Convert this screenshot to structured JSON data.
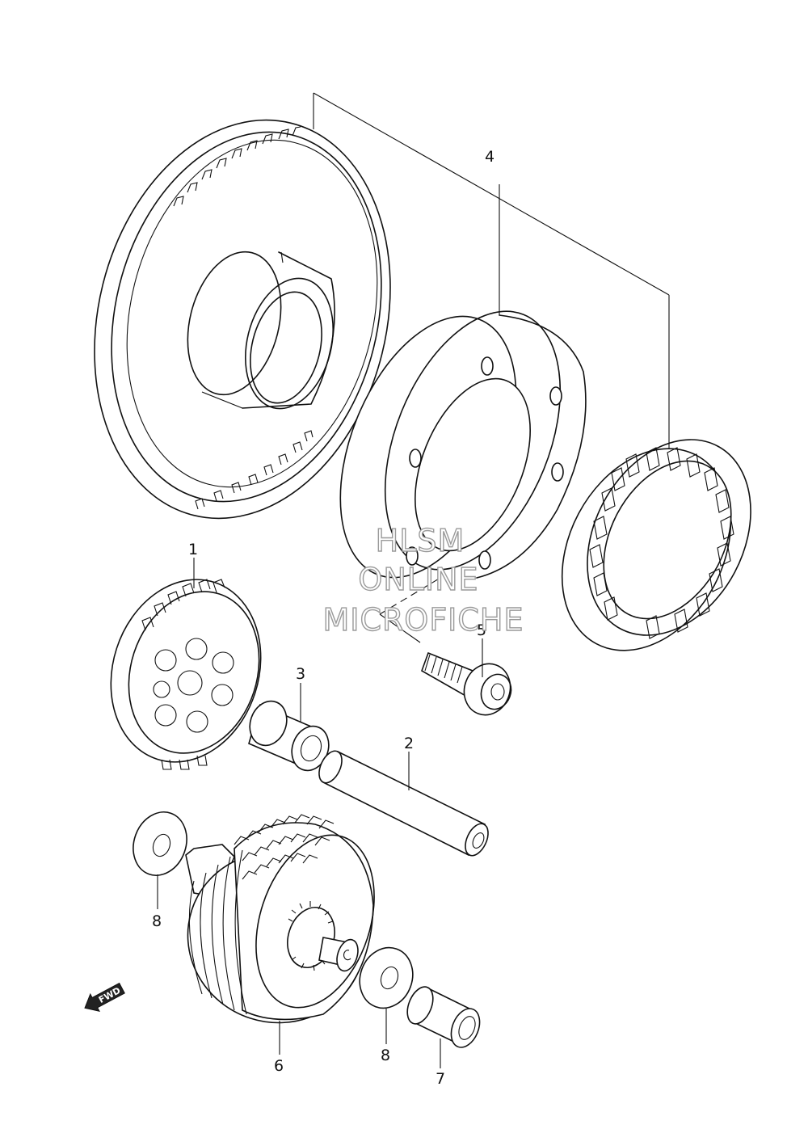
{
  "callouts": [
    {
      "id": "1",
      "text": "1"
    },
    {
      "id": "2",
      "text": "2"
    },
    {
      "id": "3",
      "text": "3"
    },
    {
      "id": "4",
      "text": "4"
    },
    {
      "id": "5",
      "text": "5"
    },
    {
      "id": "6",
      "text": "6"
    },
    {
      "id": "7",
      "text": "7"
    },
    {
      "id": "8a",
      "text": "8"
    },
    {
      "id": "8b",
      "text": "8"
    }
  ],
  "watermark": {
    "line1": "HLSM",
    "line2": "ONLINE",
    "line3": "MICROFICHE"
  },
  "direction": {
    "label": "FWD",
    "icon": "forward-arrow-icon"
  }
}
